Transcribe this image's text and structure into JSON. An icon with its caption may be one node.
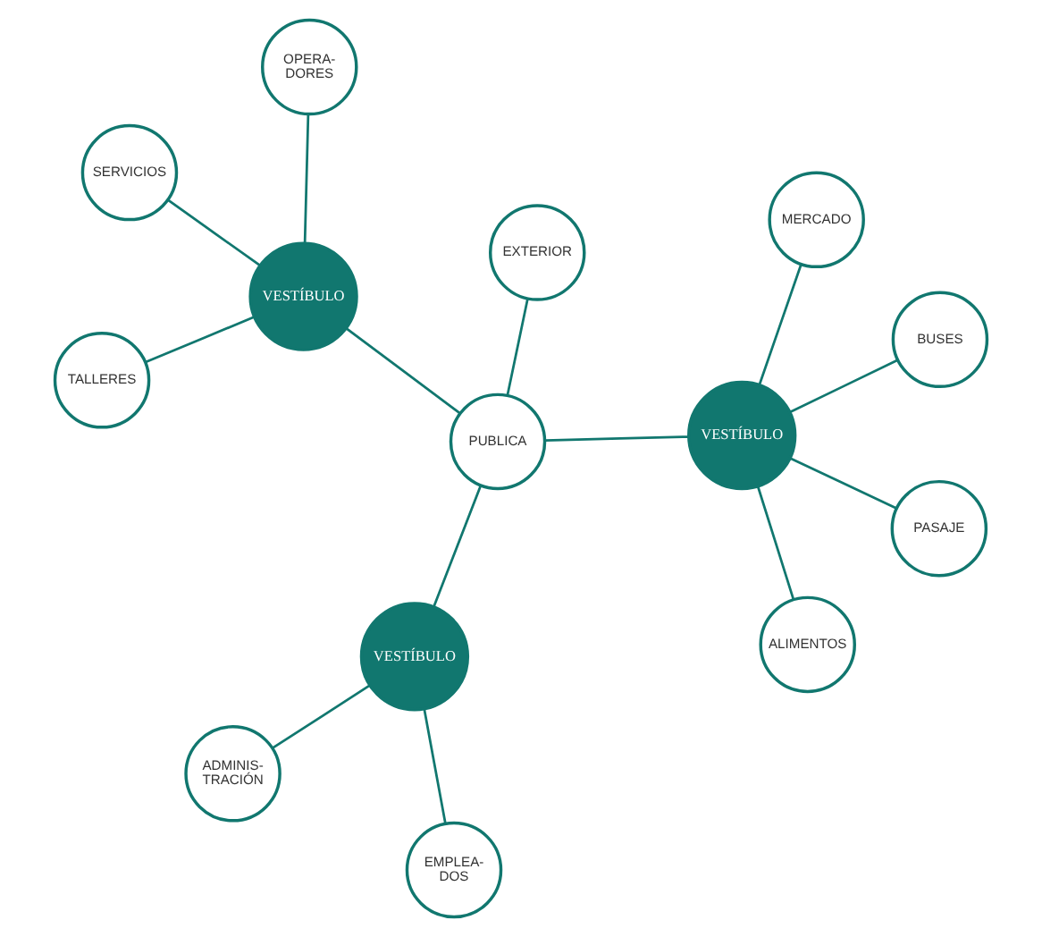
{
  "diagram": {
    "nodes": [
      {
        "text": [
          "SERVICIOS"
        ]
      },
      {
        "text": [
          "OPERA- DORES"
        ]
      },
      {
        "text": [
          "TALLERES"
        ]
      },
      {
        "text": [
          "VESTÍBULO"
        ]
      },
      {
        "text": [
          "BUSES"
        ]
      },
      {
        "text": [
          "MERCADO"
        ]
      },
      {
        "text": [
          "EMPLEA- DOS"
        ]
      },
      {
        "text": [
          "ALIMENTOS"
        ]
      },
      {
        "text": [
          "VESTÍBULO"
        ]
      },
      {
        "text": [
          "PUBLICA"
        ]
      },
      {
        "text": [
          "VESTÍBULO"
        ]
      },
      {
        "text": [
          "ADMINIS- TRACIÓN"
        ]
      },
      {
        "text": [
          "PASAJE"
        ]
      },
      {
        "text": [
          "EXTERIOR"
        ]
      }
    ],
    "edges": [
      {
        "from": 3,
        "to": 1,
        "arrow": "none"
      },
      {
        "from": 3,
        "to": 0,
        "arrow": "none"
      },
      {
        "from": 3,
        "to": 2,
        "arrow": "none"
      },
      {
        "from": 3,
        "to": 9,
        "arrow": "none"
      },
      {
        "from": 8,
        "to": 4,
        "arrow": "none"
      },
      {
        "from": 8,
        "to": 5,
        "arrow": "none"
      },
      {
        "from": 8,
        "to": 7,
        "arrow": "none"
      },
      {
        "from": 8,
        "to": 12,
        "arrow": "none"
      },
      {
        "from": 8,
        "to": 9,
        "arrow": "none"
      },
      {
        "from": 9,
        "to": 10,
        "arrow": "none"
      },
      {
        "from": 10,
        "to": 6,
        "arrow": "none"
      },
      {
        "from": 10,
        "to": 11,
        "arrow": "none"
      },
      {
        "from": 9,
        "to": 13,
        "arrow": "none"
      }
    ]
  }
}
